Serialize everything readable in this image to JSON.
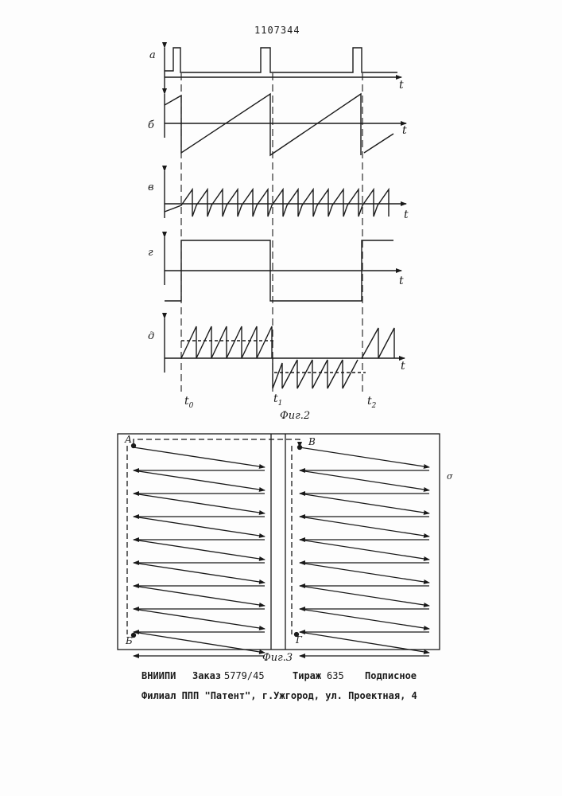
{
  "patent_number": "1107344",
  "fig2": {
    "caption": "Фиг.2",
    "axis_symbol": "t",
    "channels": [
      {
        "letter": "а",
        "kind": "pulses"
      },
      {
        "letter": "б",
        "kind": "slow-sawtooth"
      },
      {
        "letter": "в",
        "kind": "fast-sawtooth"
      },
      {
        "letter": "г",
        "kind": "square-wave"
      },
      {
        "letter": "д",
        "kind": "gated-sawtooth"
      }
    ],
    "time_marks": [
      {
        "base": "t",
        "sub": "0"
      },
      {
        "base": "t",
        "sub": "1"
      },
      {
        "base": "t",
        "sub": "2"
      }
    ]
  },
  "fig3": {
    "caption": "Фиг.3",
    "corners": {
      "top_left": "А",
      "top_right": "В",
      "bottom_left": "Б",
      "bottom_right": "Г"
    }
  },
  "stray_mark": "σ",
  "imprint": {
    "org": "ВНИИПИ",
    "order_label": "Заказ",
    "order_number": "5779/45",
    "print_run_label": "Тираж",
    "print_run": "635",
    "subscription": "Подписное",
    "branch_line": "Филиал ППП \"Патент\", г.Ужгород, ул. Проектная, 4"
  },
  "colors": {
    "ink": "#1a1a1a",
    "paper": "#fdfdfd"
  }
}
